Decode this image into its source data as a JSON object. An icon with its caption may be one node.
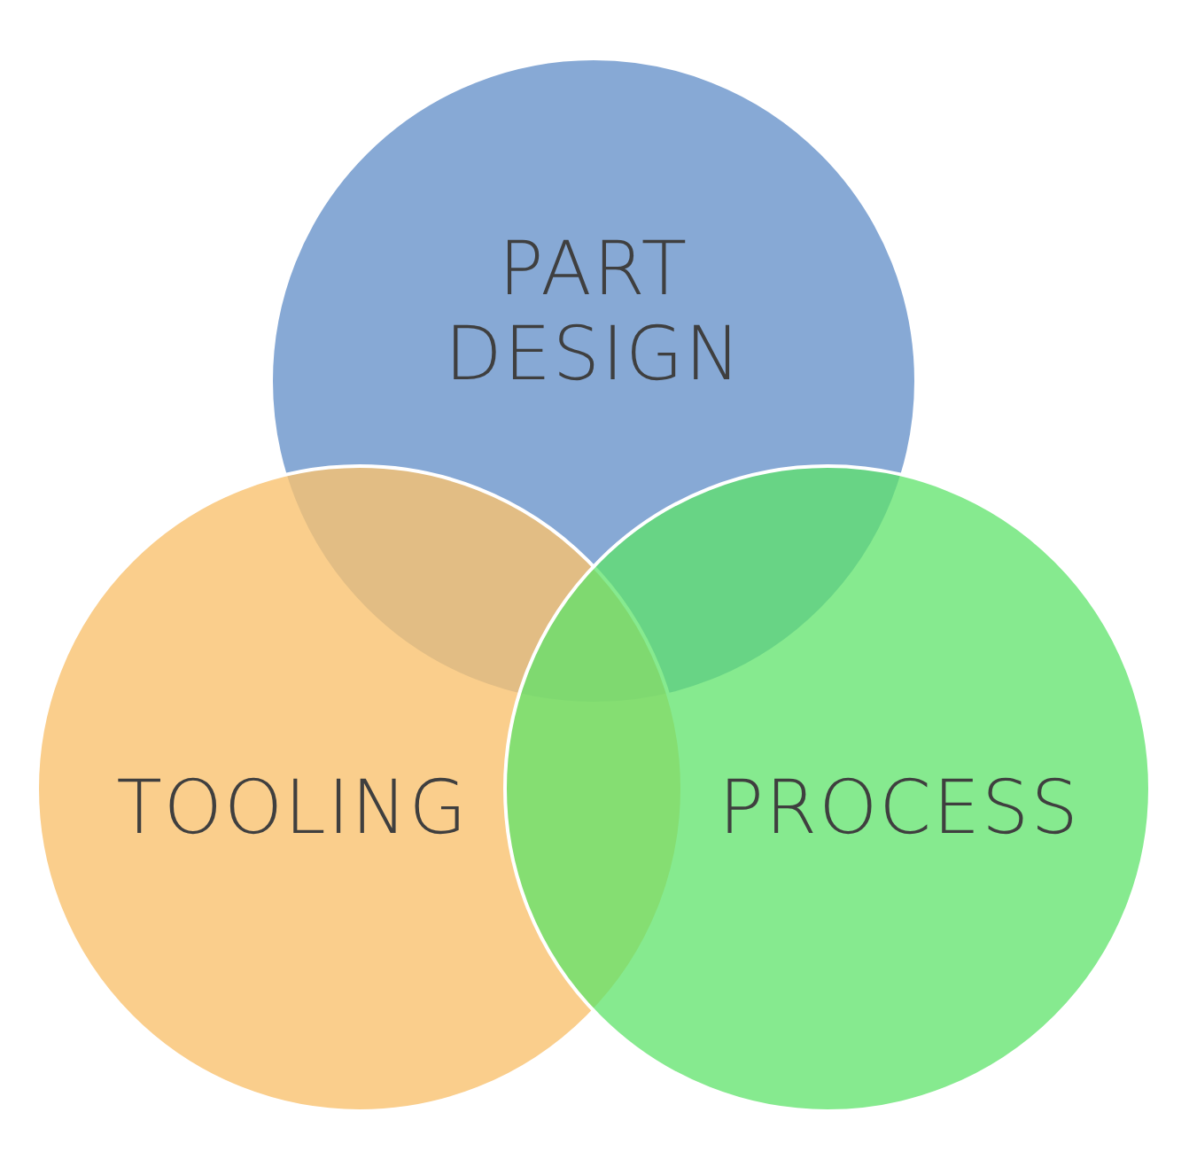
{
  "diagram": {
    "nodes": [
      {
        "text": [
          "PART DESIGN"
        ]
      },
      {
        "text": [
          "TOOLING"
        ]
      },
      {
        "text": [
          "PROCESS"
        ]
      }
    ]
  }
}
